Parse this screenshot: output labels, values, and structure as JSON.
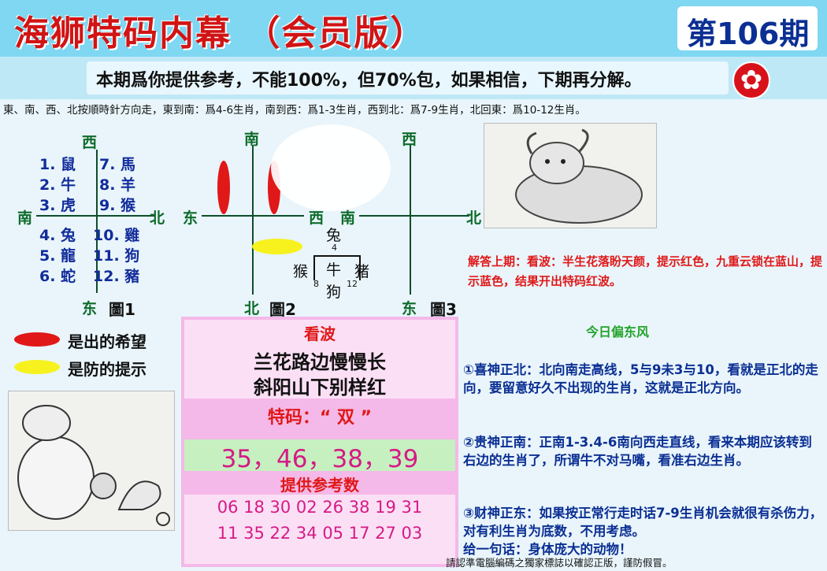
{
  "header": {
    "title": "海狮特码内幕 （会员版）",
    "issue": "第106期"
  },
  "banner": {
    "text": "本期爲你提供参考，不能100%，但70%包，如果相信，下期再分解。"
  },
  "rule_text": "東、南、西、北按順時針方向走，東到南：爲4-6生肖，南到西：爲1-3生肖，西到北：爲7-9生肖，北回東：爲10-12生肖。",
  "figure1": {
    "top": "西",
    "left": "南",
    "right": "北",
    "bottom": "东",
    "caption": "圖1",
    "left_top": [
      "1. 鼠",
      "2. 牛",
      "3. 虎"
    ],
    "right_top": [
      "7. 馬",
      "8. 羊",
      "9. 猴"
    ],
    "left_bottom": [
      "4. 兔",
      "5. 龍",
      "6. 蛇"
    ],
    "right_bottom": [
      "10. 雞",
      "11. 狗",
      "12. 豬"
    ]
  },
  "figure2": {
    "top": "南",
    "left": "东",
    "right": "西",
    "bottom": "北",
    "caption": "圖2"
  },
  "figure3": {
    "top": "西",
    "left": "南",
    "right": "北",
    "bottom": "东",
    "caption": "圖3"
  },
  "zodiac_cross": {
    "top": "兔",
    "top_n": "4",
    "left": "猴",
    "left_n": "8",
    "center": "牛",
    "right": "猪",
    "right_n": "12",
    "bottom": "狗"
  },
  "answer_last": "解答上期：看波：半生花落盼天颜，提示红色，九重云锁在蓝山，提示蓝色，结果开出特码红波。",
  "legend": {
    "red": "是出的希望",
    "yellow": "是防的提示"
  },
  "middle": {
    "kanbo_title": "看波",
    "poem_line1": "兰花路边慢慢长",
    "poem_line2": "斜阳山下别样红",
    "tema": "特码：“ 双 ”",
    "numbers": "35，46，38，39",
    "ref_title": "提供参考数",
    "ref_row1": "06 18 30 02 26 38 19 31",
    "ref_row2": "11 35 22 34 05 17 27 03"
  },
  "right": {
    "heading": "今日偏东风",
    "p1": "①喜神正北：北向南走高线，5与9未3与10，看就是正北的走向，要留意好久不出现的生肖，这就是正北方向。",
    "p2": "②贵神正南：正南1-3.4-6南向西走直线，看来本期应该转到右边的生肖了，所谓牛不对马嘴，看准右边生肖。",
    "p3": "③财神正东：如果按正常行走时话7-9生肖机会就很有杀伤力，对有利生肖为底数，不用考虑。",
    "p4": "给一句话：身体庞大的动物！"
  },
  "footer": "請認準電腦編碼之獨家標誌以確認正版，謹防假冒。",
  "colors": {
    "red": "#e01818",
    "blue": "#0b2f93",
    "yellow": "#f7f21e",
    "pink": "#f4b9e8"
  }
}
